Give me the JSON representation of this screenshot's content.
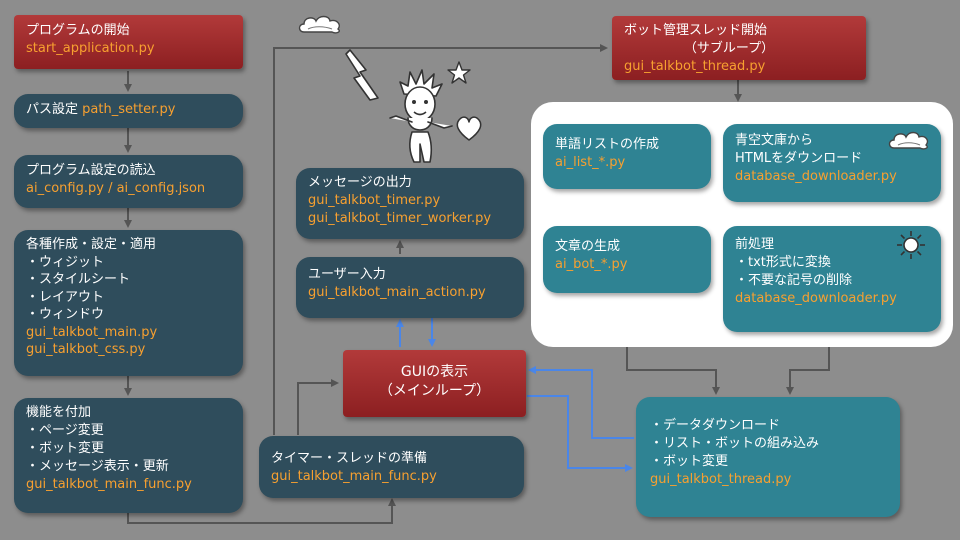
{
  "nodes": {
    "start_app": {
      "title": "プログラムの開始",
      "file": "start_application.py"
    },
    "path_setter": {
      "title": "パス設定",
      "file": "path_setter.py"
    },
    "config": {
      "title": "プログラム設定の読込",
      "file": "ai_config.py / ai_config.json"
    },
    "create": {
      "title": "各種作成・設定・適用",
      "items": [
        "・ウィジット",
        "・スタイルシート",
        "・レイアウト",
        "・ウィンドウ"
      ],
      "files": [
        "gui_talkbot_main.py",
        "gui_talkbot_css.py"
      ]
    },
    "func": {
      "title": "機能を付加",
      "items": [
        "・ページ変更",
        "・ボット変更",
        "・メッセージ表示・更新"
      ],
      "file": "gui_talkbot_main_func.py"
    },
    "timer_prep": {
      "title": "タイマー・スレッドの準備",
      "file": "gui_talkbot_main_func.py"
    },
    "gui": {
      "title": "GUIの表示",
      "subtitle": "（メインループ）"
    },
    "user_input": {
      "title": "ユーザー入力",
      "file": "gui_talkbot_main_action.py"
    },
    "message_out": {
      "title": "メッセージの出力",
      "files": [
        "gui_talkbot_timer.py",
        "gui_talkbot_timer_worker.py"
      ]
    },
    "bot_thread": {
      "title": "ボット管理スレッド開始",
      "subtitle": "（サブループ）",
      "file": "gui_talkbot_thread.py"
    },
    "word_list": {
      "title": "単語リストの作成",
      "file": "ai_list_*.py"
    },
    "sentence": {
      "title": "文章の生成",
      "file": "ai_bot_*.py"
    },
    "aozora": {
      "title_lines": [
        "青空文庫から",
        "HTMLをダウンロード"
      ],
      "file": "database_downloader.py"
    },
    "preprocess": {
      "title": "前処理",
      "items": [
        "・txt形式に変換",
        "・不要な記号の削除"
      ],
      "file": "database_downloader.py"
    },
    "thread_tasks": {
      "items": [
        "・データダウンロード",
        "・リスト・ボットの組み込み",
        "・ボット変更"
      ],
      "file": "gui_talkbot_thread.py"
    }
  },
  "colors": {
    "background": "#8d8d8d",
    "dark_box": "#2f4d5c",
    "teal_box": "#2f8393",
    "red_box": "#9c2a2b",
    "file_text": "#f7a030",
    "arrow_gray": "#555555",
    "arrow_blue": "#4a86e8"
  },
  "icons": [
    "cloud-icon",
    "stick-figure-icon",
    "lightning-icon",
    "star-icon",
    "heart-icon",
    "sun-icon"
  ]
}
